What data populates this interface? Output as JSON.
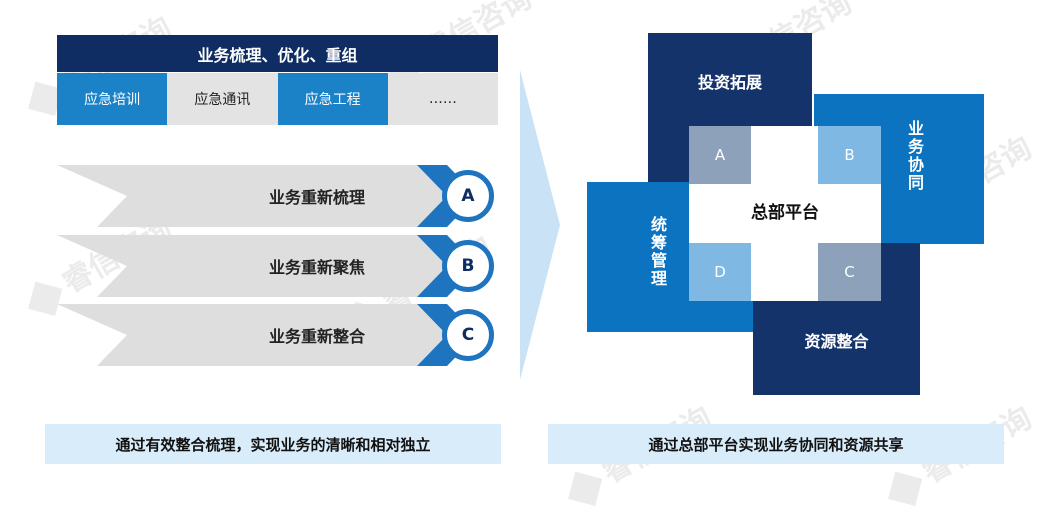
{
  "watermark": "睿信咨询",
  "left": {
    "header": "业务梳理、优化、重组",
    "tabs": [
      "应急培训",
      "应急通讯",
      "应急工程",
      "……"
    ],
    "rows": [
      {
        "label": "业务重新梳理",
        "badge": "A"
      },
      {
        "label": "业务重新聚焦",
        "badge": "B"
      },
      {
        "label": "业务重新整合",
        "badge": "C"
      }
    ],
    "caption": "通过有效整合梳理，实现业务的清晰和相对独立"
  },
  "right": {
    "top": "投资拓展",
    "side_right": "业务协同",
    "side_left": "统筹管理",
    "bottom": "资源整合",
    "center": "总部平台",
    "squares": {
      "a": "A",
      "b": "B",
      "c": "C",
      "d": "D"
    },
    "caption": "通过总部平台实现业务协同和资源共享"
  },
  "colors": {
    "navy": "#15336b",
    "blue": "#0b73c0",
    "light_blue": "#7fb8e3",
    "grey_blue": "#8ea1ba",
    "caption_bg": "#d8ecfa"
  }
}
